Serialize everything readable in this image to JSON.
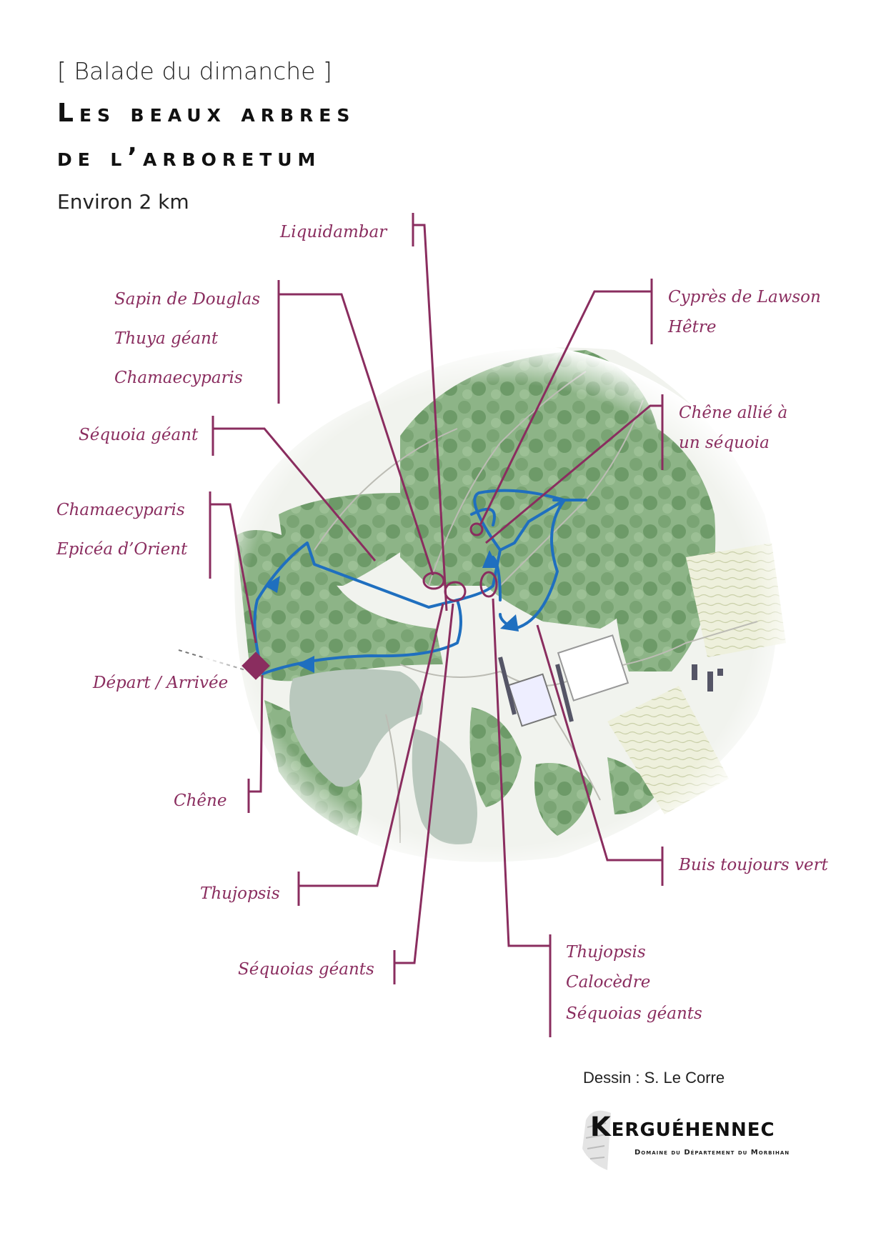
{
  "header": {
    "kicker": "[ Balade du dimanche ]",
    "title_line1": "Les beaux arbres",
    "title_line2": "de l’arboretum",
    "distance": "Environ 2 km"
  },
  "labels": {
    "liquidambar": "Liquidambar",
    "douglas": "Sapin de Douglas",
    "thuya": "Thuya géant",
    "chamaecyparis1": "Chamaecyparis",
    "sequoia_geant": "Séquoia géant",
    "chamaecyparis2": "Chamaecyparis",
    "epicea": "Epicéa d’Orient",
    "depart": "Départ / Arrivée",
    "chene": "Chêne",
    "thujopsis1": "Thujopsis",
    "sequoias1": "Séquoias géants",
    "cypres": "Cyprès de Lawson",
    "hetre": "Hêtre",
    "chene_allie_1": "Chêne allié à",
    "chene_allie_2": "un séquoia",
    "buis": "Buis toujours vert",
    "thujopsis2": "Thujopsis",
    "calocedre": "Calocèdre",
    "sequoias2": "Séquoias géants"
  },
  "credit": "Dessin : S. Le Corre",
  "logo": {
    "name": "Kerguéhennec",
    "subtitle": "Domaine du Département du Morbihan"
  },
  "colors": {
    "label": "#8a2d5f",
    "route": "#1f6fbf",
    "forest": "#7fa97a",
    "water": "#b9c8bd"
  }
}
